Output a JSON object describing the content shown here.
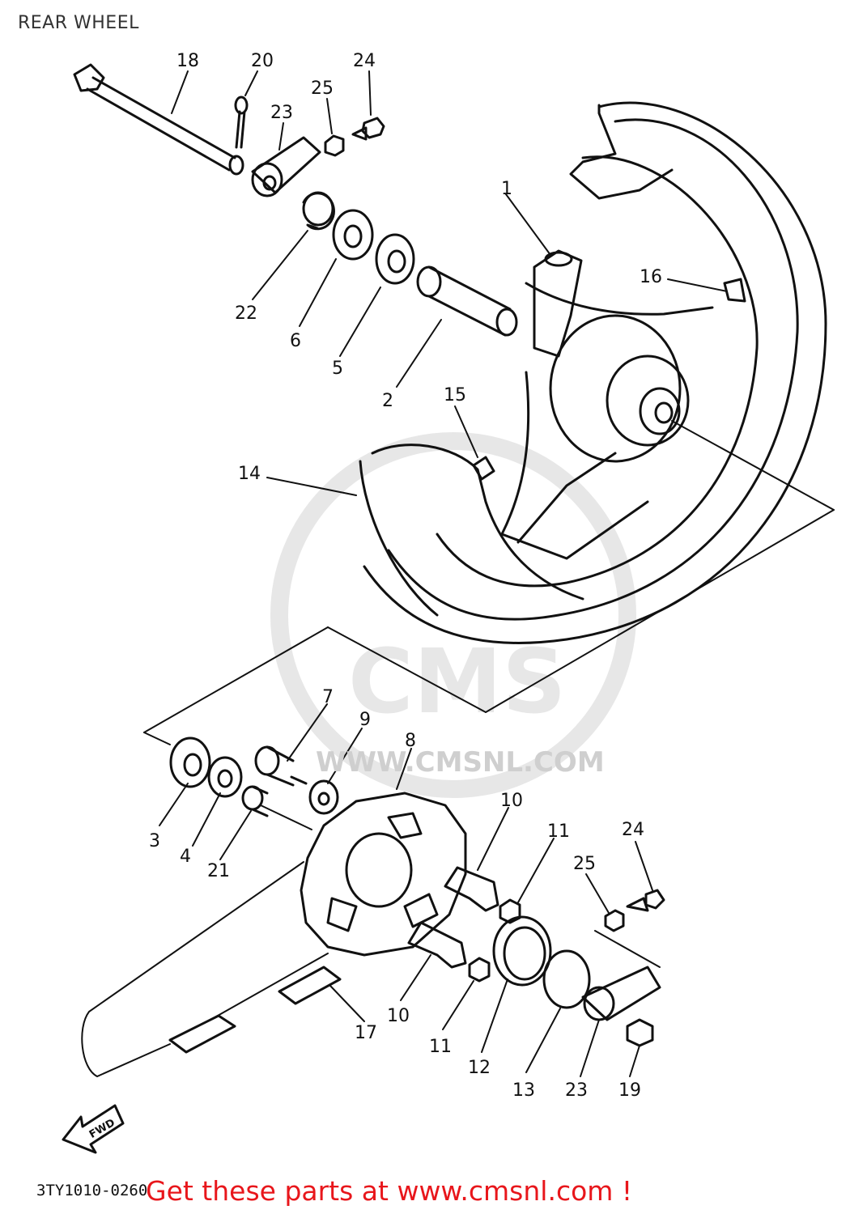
{
  "header": {
    "title": "REAR WHEEL"
  },
  "diagram": {
    "part_labels": [
      "1",
      "2",
      "3",
      "4",
      "5",
      "6",
      "7",
      "8",
      "9",
      "10",
      "10",
      "11",
      "11",
      "12",
      "13",
      "14",
      "15",
      "16",
      "17",
      "18",
      "19",
      "20",
      "21",
      "22",
      "23",
      "23",
      "24",
      "24",
      "25",
      "25"
    ],
    "drawing_code": "3TY1010-0260"
  },
  "watermark": {
    "brand": "CMS",
    "site": "WWW.CMSNL.COM",
    "color": "#cfcfcf"
  },
  "footer": {
    "promo": "Get these parts at www.cmsnl.com !",
    "promo_color": "#e8161b"
  },
  "icons": {
    "fwd_arrow": "FWD"
  }
}
